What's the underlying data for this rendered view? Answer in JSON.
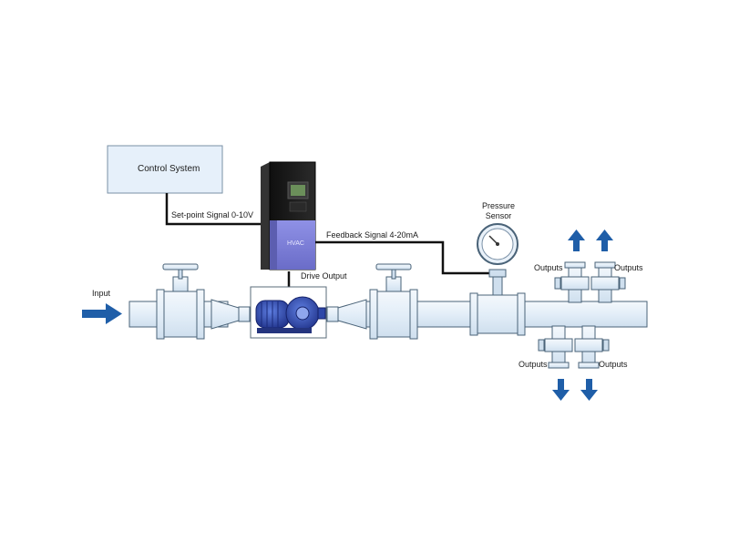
{
  "diagram": {
    "control_system_label": "Control System",
    "setpoint_signal_label": "Set-point Signal 0-10V",
    "feedback_signal_label": "Feedback Signal 4-20mA",
    "drive_output_label": "Drive Output",
    "input_label": "Input",
    "pressure_sensor_label_line1": "Pressure",
    "pressure_sensor_label_line2": "Sensor",
    "outputs_label": "Outputs",
    "drive_badge_text": "HVAC"
  },
  "colors": {
    "pipe_fill": "#e6f0fa",
    "pipe_stroke": "#4a6378",
    "arrow_blue": "#1f5ea8",
    "signal_line": "#111111",
    "drive_top": "#1b1b1b",
    "drive_bottom": "#7d7fd8",
    "pump_blue": "#2d47a8"
  }
}
